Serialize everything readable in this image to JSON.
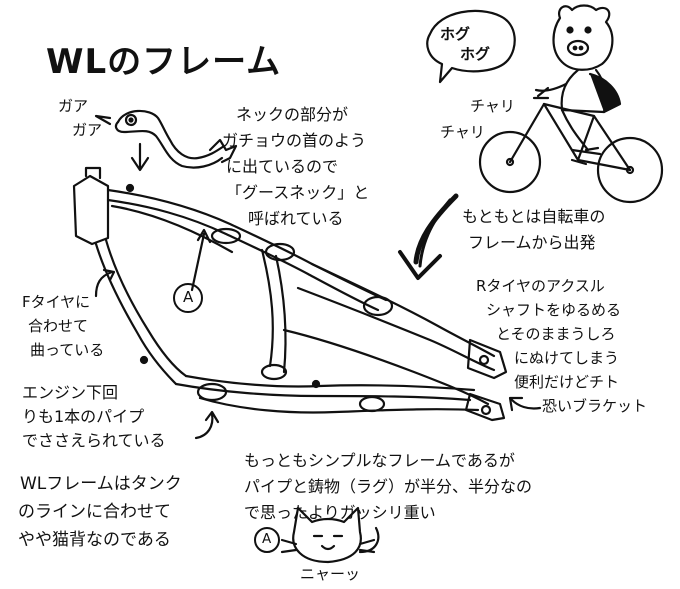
{
  "title": "WLのフレーム",
  "speech_bubble": [
    "ホグ",
    "ホグ"
  ],
  "sound_gaa": [
    "ガア",
    "ガア"
  ],
  "sound_chari": [
    "チャリ",
    "チャリ"
  ],
  "goose_note": [
    "ネックの部分が",
    "ガチョウの首のよう",
    "に出ているので",
    "「グースネック」と",
    "呼ばれている"
  ],
  "bicycle_note": [
    "もともとは自転車の",
    "フレームから出発"
  ],
  "ftire_note": [
    "Fタイヤに",
    "合わせて",
    "曲っている"
  ],
  "rtire_note": [
    "Rタイヤのアクスル",
    "シャフトをゆるめる",
    "とそのままうしろ",
    "にぬけてしまう",
    "便利だけどチト",
    "恐いブラケット"
  ],
  "engine_note": [
    "エンジン下回",
    "りも1本のパイプ",
    "でささえられている"
  ],
  "simple_note": [
    "もっともシンプルなフレームであるが",
    "パイプと鋳物（ラグ）が半分、半分なの",
    "で思ったよりガッシリ重い"
  ],
  "tank_note": [
    "WLフレームはタンク",
    "のラインに合わせて",
    "やや猫背なのである"
  ],
  "marker_a": "A",
  "cat_sound": "ニャーッ"
}
